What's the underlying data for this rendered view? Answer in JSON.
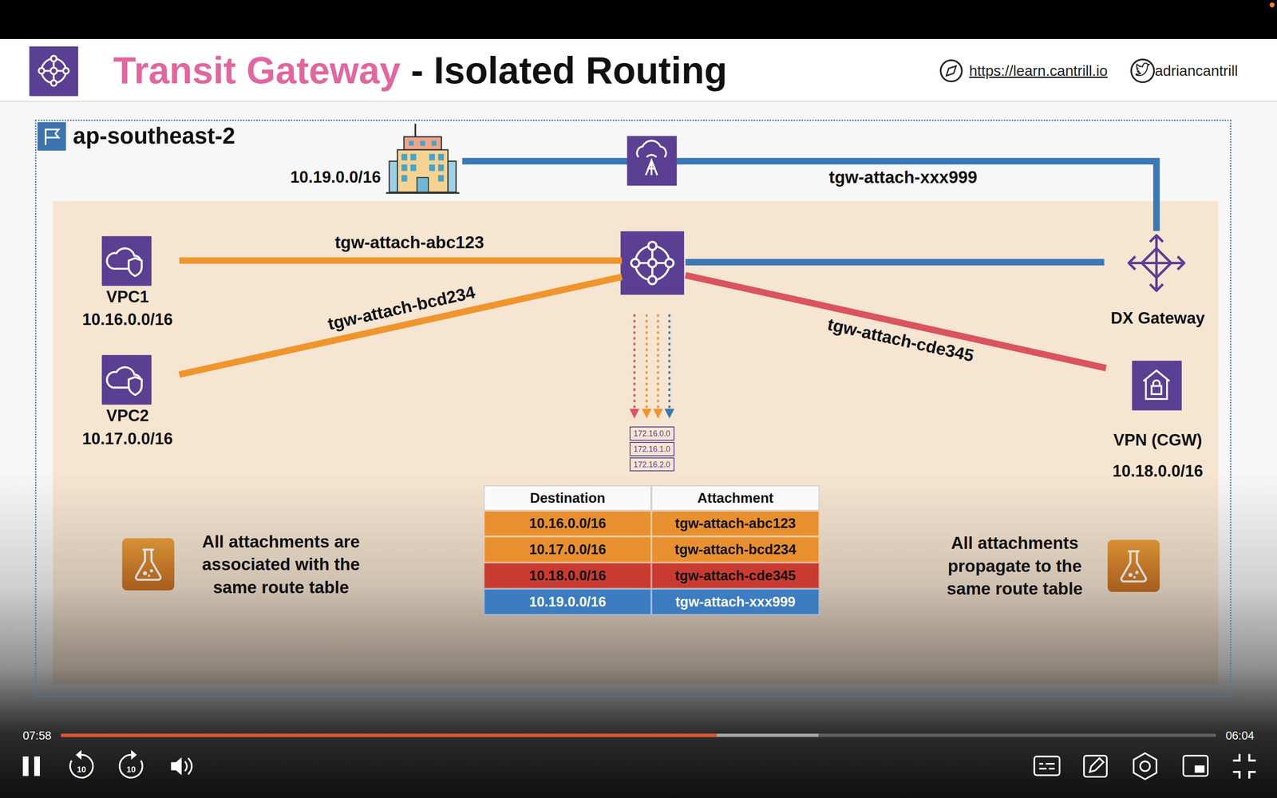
{
  "diagram": {
    "title": "Transit Gateway - Isolated Routing",
    "nodes": [
      {
        "text": [
          "ap-southeast-2"
        ]
      },
      {
        "text": [
          "10.19.0.0/16"
        ],
        "in": 0
      },
      {
        "text": [
          "VPC1",
          "10.16.0.0/16"
        ],
        "in": 0
      },
      {
        "text": [],
        "in": 0
      },
      {
        "text": [
          "DX Gateway"
        ],
        "in": 0
      },
      {
        "text": [
          "VPC2",
          "10.17.0.0/16"
        ],
        "in": 0
      },
      {
        "text": [
          "VPN (CGW)",
          "10.18.0.0/16"
        ],
        "in": 0
      }
    ],
    "edges": [
      {
        "from": 1,
        "to": 4,
        "arrow": "none",
        "label": "tgw-attach-xxx999"
      },
      {
        "from": 2,
        "to": 3,
        "arrow": "none",
        "label": "tgw-attach-abc123"
      },
      {
        "from": 5,
        "to": 3,
        "arrow": "none",
        "label": "tgw-attach-bcd234"
      },
      {
        "from": 3,
        "to": 4,
        "arrow": "none"
      },
      {
        "from": 3,
        "to": 6,
        "arrow": "none",
        "label": "tgw-attach-cde345"
      }
    ],
    "labels": [
      "https://learn.cantrill.io",
      "adriancantrill",
      "172.16.0.0",
      "172.16.1.0",
      "172.16.2.0",
      "Destination",
      "Attachment",
      "10.16.0.0/16",
      "tgw-attach-abc123",
      "10.17.0.0/16",
      "tgw-attach-bcd234",
      "10.18.0.0/16",
      "tgw-attach-cde345",
      "10.19.0.0/16",
      "tgw-attach-xxx999",
      "All attachments are associated with the same route table",
      "All attachments propagate to the same route table",
      "07:58",
      "06:04",
      "10",
      "10"
    ]
  }
}
